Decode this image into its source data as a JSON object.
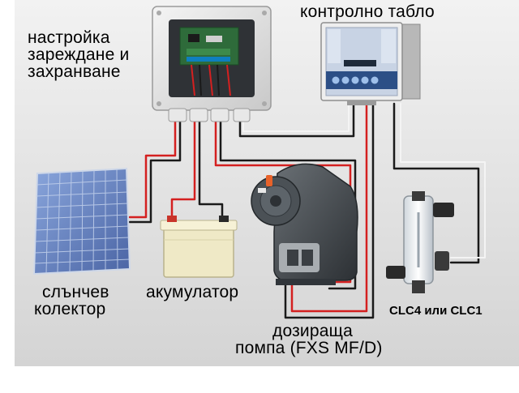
{
  "labels": {
    "controller_line1": "настройка",
    "controller_line2": "зареждане и",
    "controller_line3": "захранване",
    "control_panel": "контролно табло",
    "solar_line1": "слънчев",
    "solar_line2": "колектор",
    "battery": "акумулатор",
    "pump_line1": "дозираща",
    "pump_line2": "помпа (FXS MF/D)",
    "sensor": "CLC4 или CLC1"
  },
  "colors": {
    "background": "#dcdcdc",
    "frame": "#ffffff",
    "wire_red": "#d42020",
    "wire_black": "#1a1a1a",
    "wire_white": "#f4f4f4",
    "device_gray": "#e6e6e6",
    "pump_dark": "#3e4347",
    "solar_blue": "#5a78b8",
    "battery_cream": "#efe9c6"
  }
}
